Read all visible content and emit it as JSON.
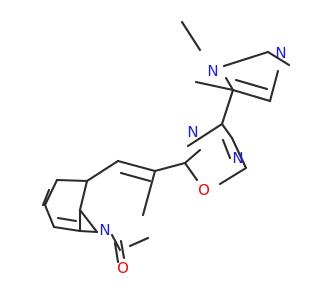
{
  "figure": {
    "kind": "skeletal-structure",
    "background_color": "#ffffff",
    "bond_color": "#2b2b2b",
    "nitrogen_color": "#1f1fd1",
    "oxygen_color": "#e01010",
    "atom_labels": {
      "imidazole_n_methyl": "N",
      "imidazole_n3": "N",
      "oxadiazole_n4": "N",
      "oxadiazole_n2": "N",
      "oxadiazole_o1": "O",
      "isoquinolinone_n2": "N",
      "carbonyl_o": "O"
    }
  }
}
